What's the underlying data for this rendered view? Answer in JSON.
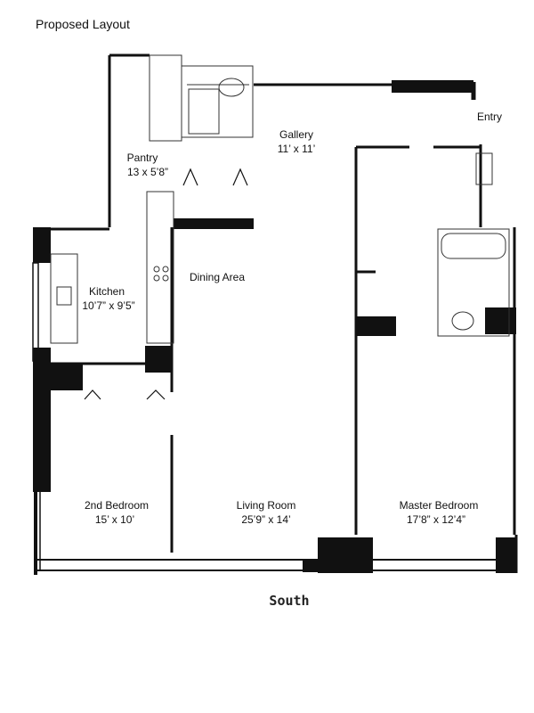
{
  "title": "Proposed Layout",
  "compass": "South",
  "rooms": {
    "gallery": {
      "name": "Gallery",
      "dim": "11’ x 11’"
    },
    "pantry": {
      "name": "Pantry",
      "dim": "13 x 5’8”"
    },
    "entry": {
      "name": "Entry"
    },
    "kitchen": {
      "name": "Kitchen",
      "dim": "10’7” x 9’5”"
    },
    "dining": {
      "name": "Dining Area"
    },
    "bedroom2": {
      "name": "2nd Bedroom",
      "dim": "15’ x 10’"
    },
    "living": {
      "name": "Living Room",
      "dim": "25’9” x 14’"
    },
    "master": {
      "name": "Master Bedroom",
      "dim": "17’8” x 12’4”"
    }
  }
}
